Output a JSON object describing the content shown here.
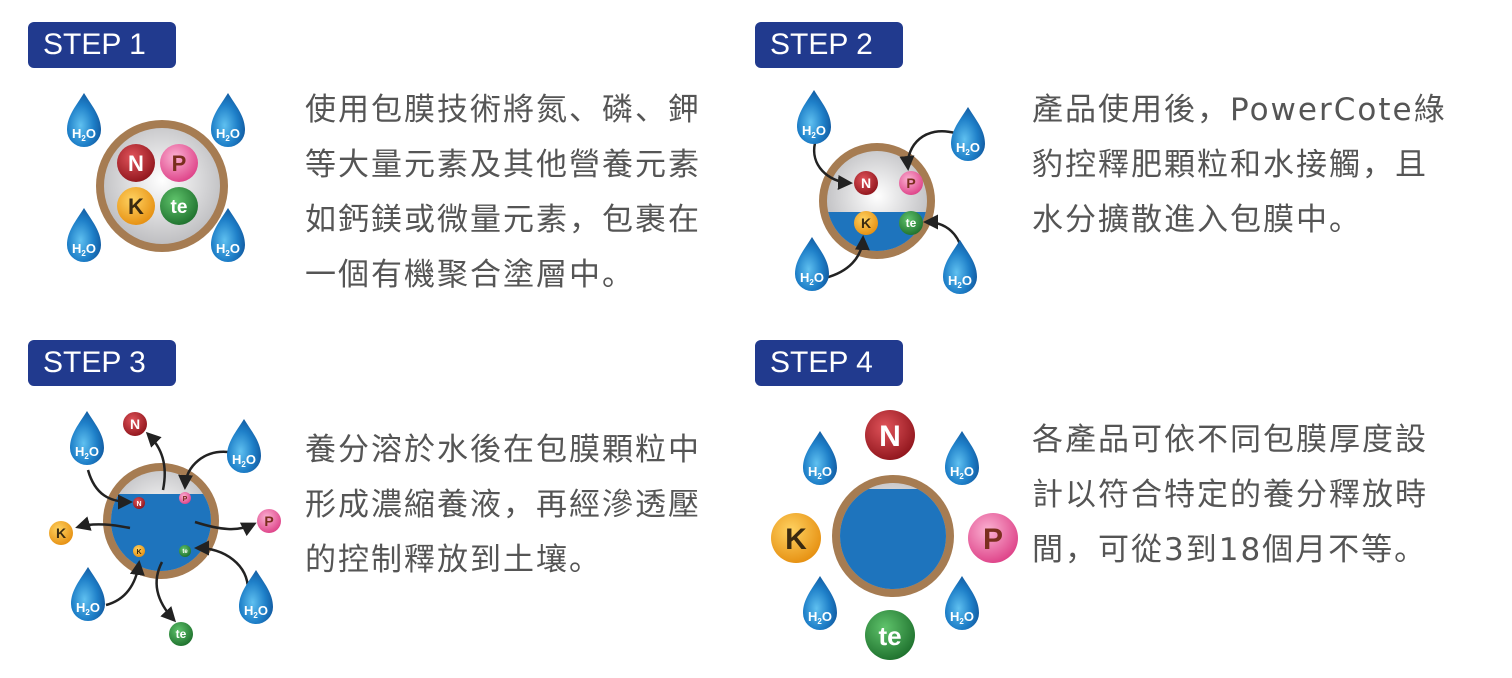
{
  "steps": [
    {
      "label": "STEP 1",
      "text": "使用包膜技術將氮、磷、鉀\n等大量元素及其他營養元素\n如鈣鎂或微量元素，包裹在\n一個有機聚合塗層中。"
    },
    {
      "label": "STEP 2",
      "text": "產品使用後，PowerCote綠\n豹控釋肥顆粒和水接觸，且\n水分擴散進入包膜中。"
    },
    {
      "label": "STEP 3",
      "text": "養分溶於水後在包膜顆粒中\n形成濃縮養液，再經滲透壓\n的控制釋放到土壤。"
    },
    {
      "label": "STEP 4",
      "text": "各產品可依不同包膜厚度設\n計以符合特定的養分釋放時\n間，可從3到18個月不等。"
    }
  ],
  "labels": {
    "water": "H2O",
    "nitrogen": "N",
    "phosphorus": "P",
    "potassium": "K",
    "trace": "te"
  },
  "colors": {
    "badge": "#213a8e",
    "shell": "#a67c52",
    "water": "#1e74bd",
    "nitrogen": "#a61d24",
    "phosphorus": "#ea4f95",
    "potassium": "#f0a01b",
    "trace": "#2a8a3a",
    "arrow": "#222222"
  }
}
